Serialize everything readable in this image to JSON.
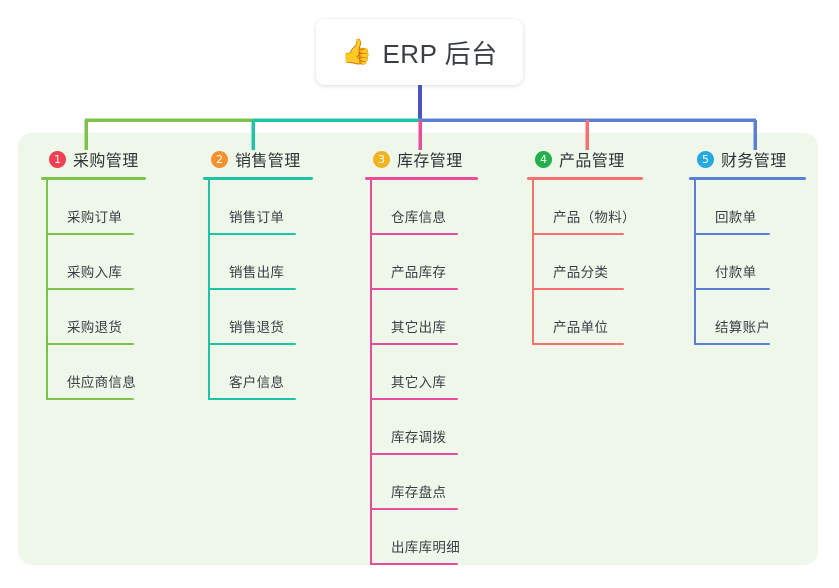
{
  "diagram": {
    "type": "mind-map",
    "background_color": "#eef7e9",
    "root": {
      "icon": "thumbs-up-icon",
      "emoji": "👍",
      "label": "ERP 后台",
      "box_color": "#ffffff",
      "text_color": "#3a3f45",
      "stem_color": "#4a55c2"
    },
    "branches": [
      {
        "number": "1",
        "label": "采购管理",
        "badge_color": "#f04052",
        "line_color": "#7dc24b",
        "children": [
          "采购订单",
          "采购入库",
          "采购退货",
          "供应商信息"
        ]
      },
      {
        "number": "2",
        "label": "销售管理",
        "badge_color": "#f5922f",
        "line_color": "#1fc3a6",
        "children": [
          "销售订单",
          "销售出库",
          "销售退货",
          "客户信息"
        ]
      },
      {
        "number": "3",
        "label": "库存管理",
        "badge_color": "#f2b322",
        "line_color": "#e84d9c",
        "children": [
          "仓库信息",
          "产品库存",
          "其它出库",
          "其它入库",
          "库存调拨",
          "库存盘点",
          "出库库明细"
        ]
      },
      {
        "number": "4",
        "label": "产品管理",
        "badge_color": "#22b14c",
        "line_color": "#f5706e",
        "children": [
          "产品（物料）",
          "产品分类",
          "产品单位"
        ]
      },
      {
        "number": "5",
        "label": "财务管理",
        "badge_color": "#26a9e0",
        "line_color": "#5b7fd4",
        "children": [
          "回款单",
          "付款单",
          "结算账户"
        ]
      }
    ]
  }
}
